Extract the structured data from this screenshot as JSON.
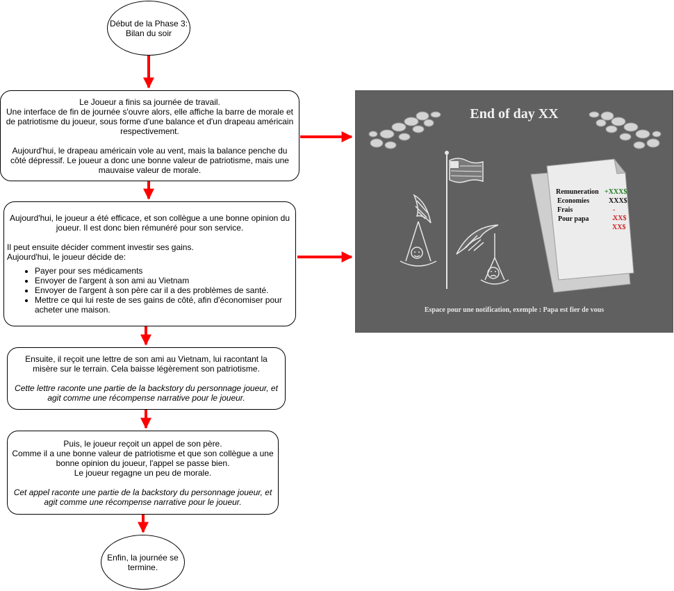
{
  "start": {
    "line1": "Début de la Phase 3:",
    "line2": "Bilan du soir"
  },
  "box1": {
    "line1": "Le Joueur a finis sa journée de travail.",
    "line2": "Une interface de fin de journée s'ouvre alors, elle affiche la barre de morale et de patriotisme du joueur, sous forme d'une balance et d'un drapeau américain respectivement.",
    "line3": "Aujourd'hui, le drapeau américain vole au vent, mais la balance penche du côté dépressif. Le joueur a donc une bonne valeur de patriotisme, mais une mauvaise valeur de morale."
  },
  "box2": {
    "line1": "Aujourd'hui, le joueur a été efficace, et son collègue a une bonne opinion du joueur. Il est donc bien rémunéré pour son service.",
    "line2": "Il peut ensuite décider comment investir ses gains.",
    "line3": "Aujourd'hui, le joueur décide de:",
    "items": [
      "Payer pour ses médicaments",
      "Envoyer de l'argent à son ami au Vietnam",
      "Envoyer de l'argent à son père car il a des problèmes de santé.",
      "Mettre ce qui lui reste de ses gains de côté, afin d'économiser pour acheter une maison."
    ]
  },
  "box3": {
    "line1": "Ensuite, il reçoit une lettre de son ami au Vietnam, lui racontant la misère sur le terrain. Cela baisse légèrement son patriotisme.",
    "note": "Cette lettre raconte une partie de la backstory du personnage joueur, et agit comme une récompense narrative pour le joueur."
  },
  "box4": {
    "line1": "Puis, le joueur reçoit un appel de son père.",
    "line2": "Comme il a une bonne valeur de patriotisme et que son collègue a une bonne opinion du joueur, l'appel se passe bien.",
    "line3": "Le joueur regagne un peu de morale.",
    "note": "Cet appel raconte une partie de la backstory du personnage joueur, et agit comme une récompense narrative pour le joueur."
  },
  "end": {
    "line1": "Enfin, la journée se",
    "line2": "termine."
  },
  "game": {
    "title": "End of day XX",
    "rows": [
      {
        "label": "Remuneration",
        "value": "+XXX$",
        "color": "#1a7a1a"
      },
      {
        "label": "Economies",
        "value": "XXX$",
        "color": "#111111"
      },
      {
        "label": "Frais",
        "value": "-XX$",
        "color": "#cc2222"
      },
      {
        "label": "Pour papa",
        "value": "-XX$",
        "color": "#cc2222"
      }
    ],
    "notification": "Espace pour une notification, exemple : Papa est fier de vous"
  },
  "colors": {
    "arrow": "#ff0000",
    "panel": "#606060"
  }
}
